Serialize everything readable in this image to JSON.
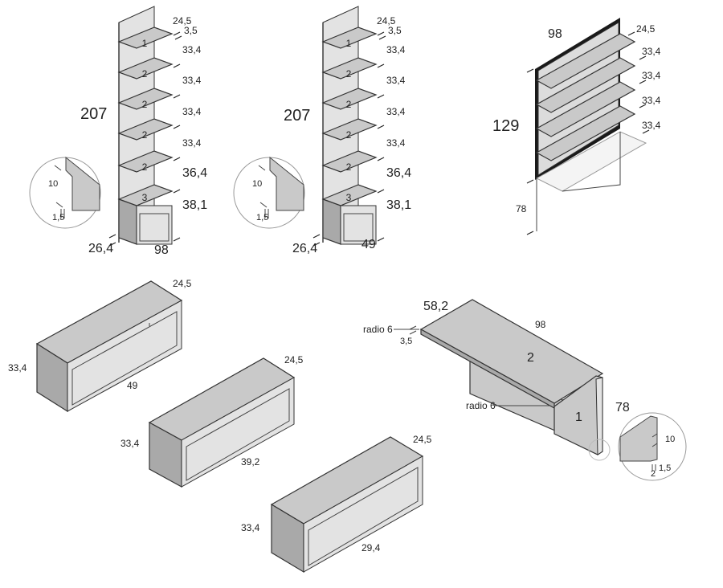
{
  "bookcase_a": {
    "height": "207",
    "depth": "26,4",
    "width": "98",
    "top_depth": "24,5",
    "top_gap": "3,5",
    "shelf_gaps": [
      "33,4",
      "33,4",
      "33,4",
      "33,4"
    ],
    "gap_5": "36,4",
    "gap_6": "38,1",
    "shelf_numbers": [
      "1",
      "2",
      "2",
      "2",
      "2",
      "3"
    ],
    "detail": {
      "upper": "10",
      "lower": "1,5"
    }
  },
  "bookcase_b": {
    "height": "207",
    "depth": "26,4",
    "width": "49",
    "top_depth": "24,5",
    "top_gap": "3,5",
    "shelf_gaps": [
      "33,4",
      "33,4",
      "33,4",
      "33,4"
    ],
    "gap_5": "36,4",
    "gap_6": "38,1",
    "shelf_numbers": [
      "1",
      "2",
      "2",
      "2",
      "2",
      "3"
    ],
    "detail": {
      "upper": "10",
      "lower": "1,5"
    }
  },
  "wall_panel": {
    "width": "98",
    "height": "129",
    "top_depth": "24,5",
    "shelf_gaps": [
      "33,4",
      "33,4",
      "33,4",
      "33,4"
    ],
    "lower_height": "78"
  },
  "box_49": {
    "depth": "24,5",
    "height": "33,4",
    "width": "49"
  },
  "box_39": {
    "depth": "24,5",
    "height": "33,4",
    "width": "39,2"
  },
  "box_29": {
    "depth": "24,5",
    "height": "33,4",
    "width": "29,4"
  },
  "desk": {
    "top_depth": "58,2",
    "top_width": "98",
    "height": "78",
    "radius_top": "radio 6",
    "radius_bottom": "radio 6",
    "edge": "3,5",
    "part_top": "2",
    "part_leg": "1",
    "detail": {
      "upper": "10",
      "a": "2",
      "b": "1,5"
    }
  }
}
